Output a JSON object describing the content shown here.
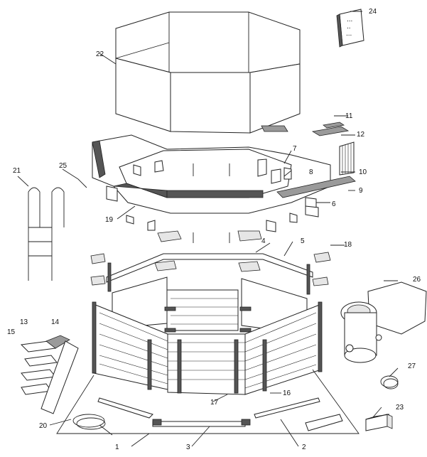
{
  "callouts": {
    "c1": "1",
    "c2": "2",
    "c3": "3",
    "c4": "4",
    "c5": "5",
    "c6": "6",
    "c7": "7",
    "c8": "8",
    "c9": "9",
    "c10": "10",
    "c11": "11",
    "c12": "12",
    "c13": "13",
    "c14": "14",
    "c15": "15",
    "c16": "16",
    "c17": "17",
    "c18": "18",
    "c19": "19",
    "c20": "20",
    "c21": "21",
    "c22": "22",
    "c23": "23",
    "c24": "24",
    "c25": "25",
    "c26": "26",
    "c27": "27"
  },
  "manual_cover_text": [
    "...",
    "..",
    "..."
  ]
}
